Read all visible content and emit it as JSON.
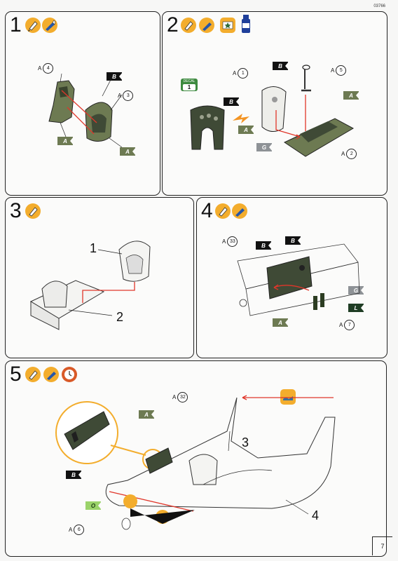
{
  "header": {
    "code": "03766"
  },
  "steps": [
    {
      "number": "1",
      "refs": [
        {
          "letter": "A",
          "num": "4"
        },
        {
          "letter": "A",
          "num": "3"
        }
      ],
      "flags": [
        "B",
        "A",
        "A"
      ]
    },
    {
      "number": "2",
      "refs": [
        {
          "letter": "A",
          "num": "1"
        },
        {
          "letter": "A",
          "num": "5"
        },
        {
          "letter": "A",
          "num": "2"
        }
      ],
      "flags": [
        "B",
        "B",
        "A",
        "A",
        "G"
      ],
      "decal": {
        "label": "DECAL",
        "num": "1"
      }
    },
    {
      "number": "3",
      "labels": [
        "1",
        "2"
      ]
    },
    {
      "number": "4",
      "refs": [
        {
          "letter": "A",
          "num": "33"
        },
        {
          "letter": "A",
          "num": "7"
        }
      ],
      "flags": [
        "B",
        "B",
        "G",
        "L",
        "A"
      ]
    },
    {
      "number": "5",
      "refs": [
        {
          "letter": "A",
          "num": "32"
        },
        {
          "letter": "A",
          "num": "6"
        }
      ],
      "flags": [
        "A",
        "B",
        "O"
      ],
      "labels": [
        "3",
        "4"
      ]
    }
  ],
  "footer": {
    "page_number": "7"
  },
  "colors": {
    "accent": "#f3ad2d",
    "part_green": "#6d7a52",
    "interior": "#3f4a36",
    "arrow": "#e0362a"
  }
}
